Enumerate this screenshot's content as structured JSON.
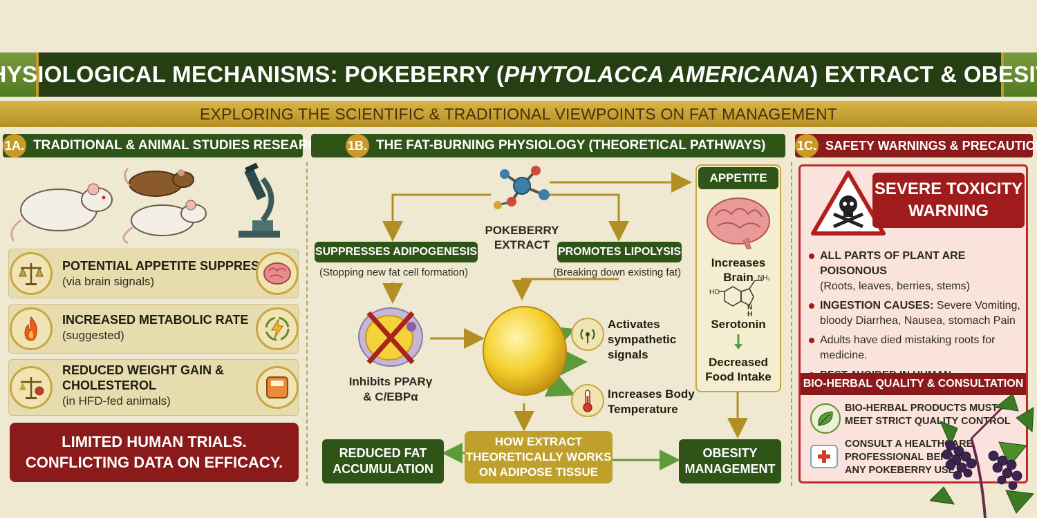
{
  "title": {
    "part1": "PHYSIOLOGICAL MECHANISMS: POKEBERRY (",
    "italic": "PHYTOLACCA AMERICANA",
    "part2": ") EXTRACT & OBESITY"
  },
  "subtitle": "EXPLORING THE SCIENTIFIC & TRADITIONAL VIEWPOINTS ON FAT MANAGEMENT",
  "section1": {
    "num": "1A.",
    "header": "TRADITIONAL & ANIMAL STUDIES RESEARCH",
    "items": [
      {
        "title": "POTENTIAL APPETITE SUPPRESSION",
        "sub": "(via brain signals)"
      },
      {
        "title": "INCREASED METABOLIC RATE",
        "sub": "(suggested)"
      },
      {
        "title_line1": "REDUCED WEIGHT GAIN &",
        "title_line2": "CHOLESTEROL",
        "sub": "(in HFD-fed animals)"
      }
    ],
    "warning_line1": "LIMITED HUMAN TRIALS.",
    "warning_line2": "CONFLICTING DATA ON EFFICACY."
  },
  "section2": {
    "num": "1B.",
    "header": "THE FAT-BURNING PHYSIOLOGY (THEORETICAL PATHWAYS)",
    "extract_line1": "POKEBERRY",
    "extract_line2": "EXTRACT",
    "adipogenesis": {
      "tag": "SUPPRESSES ADIPOGENESIS",
      "sub": "(Stopping new fat cell formation)"
    },
    "lipolysis": {
      "tag": "PROMOTES LIPOLYSIS",
      "sub": "(Breaking down existing fat)"
    },
    "inhibits_line1": "Inhibits PPARγ",
    "inhibits_line2": "& C/EBPα",
    "activates_line1": "Activates",
    "activates_line2": "sympathetic",
    "activates_line3": "signals",
    "temp_line1": "Increases Body",
    "temp_line2": "Temperature",
    "appetite": {
      "header": "APPETITE",
      "brain_line1": "Increases",
      "brain_line2": "Brain",
      "serotonin": "Serotonin",
      "nh2": "NH₂",
      "ho": "HO",
      "n_h": "N",
      "h": "H",
      "food_line1": "Decreased",
      "food_line2": "Food Intake"
    },
    "reduced_fat_line1": "Reduced Fat",
    "reduced_fat_line2": "Accumulation",
    "how_line1": "HOW EXTRACT",
    "how_line2": "THEORETICALLY WORKS",
    "how_line3": "ON ADIPOSE TISSUE",
    "obesity_line1": "OBESITY",
    "obesity_line2": "MANAGEMENT"
  },
  "section3": {
    "num": "1C.",
    "header": "SAFETY WARNINGS & PRECAUTIONS",
    "severe_line1": "SEVERE TOXICITY",
    "severe_line2": "WARNING",
    "bullet1_bold": "ALL PARTS OF PLANT ARE POISONOUS",
    "bullet1_sub": "(Roots, leaves, berries, stems)",
    "bullet2_bold": "INGESTION CAUSES:",
    "bullet2_rest": " Severe Vomiting, bloody Diarrhea, Nausea, stomach Pain",
    "bullet3": "Adults have died mistaking roots for medicine.",
    "bullet4": "BEST AVOIDED IN HUMAN CONSUMPTION.",
    "quality_header": "BIO-HERBAL QUALITY & CONSULTATION",
    "quality1_line1": "BIO-HERBAL PRODUCTS MUST",
    "quality1_line2": "MEET STRICT QUALITY CONTROL",
    "quality2_line1": "CONSULT A HEALTHCARE",
    "quality2_line2": "PROFESSIONAL BEFORE",
    "quality2_line3": "ANY POKEBERRY USE"
  },
  "colors": {
    "dark_green": "#2f5417",
    "gold": "#c99a2a",
    "dark_red": "#8b1a1a",
    "background": "#efe9d2"
  }
}
